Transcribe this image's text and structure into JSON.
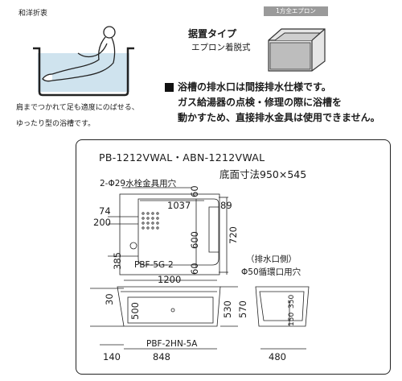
{
  "section_label": "和洋折衷",
  "caption": [
    "肩までつかれて足も適度にのばせる、",
    "ゆったり型の浴槽です。"
  ],
  "install_type": {
    "title": "据置タイプ",
    "subtitle": "エプロン着脱式",
    "tag": "1方全エプロン"
  },
  "notice": [
    "浴槽の排水口は間接排水仕様です。",
    "ガス給湯器の点検・修理の際に浴槽を",
    "動かすため、直接排水金具は使用できません。"
  ],
  "drawing": {
    "model": "PB-1212VWAL・ABN-1212VWAL",
    "base_size": "底面寸法950×545",
    "faucet_hole": "2-Φ29水栓金具用穴",
    "drain_side": "（排水口側）",
    "circ_hole": "Φ50循環口用穴",
    "apron_part": "PBF-5G-2",
    "drain_part": "PBF-2HN-5A",
    "dims": {
      "d74": "74",
      "d200": "200",
      "d385": "385",
      "d1037": "1037",
      "d600": "600",
      "d60a": "60",
      "d60b": "60",
      "d89": "89",
      "d720": "720",
      "d1200": "1200",
      "d30": "30",
      "d500": "500",
      "d530": "530",
      "d570": "570",
      "d150": "150",
      "d350": "350",
      "d140": "140",
      "d848": "848",
      "d480": "480"
    }
  }
}
